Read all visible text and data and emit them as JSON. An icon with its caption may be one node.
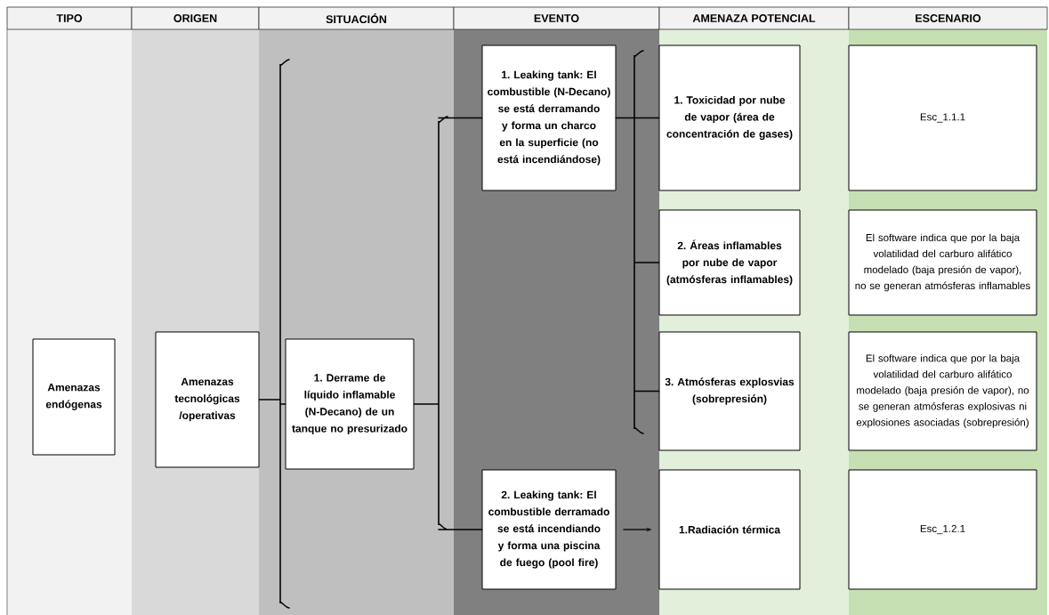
{
  "diagram": {
    "nodes": [
      {
        "text": [
          "Amenazas endógenas"
        ]
      },
      {
        "text": [
          "Amenazas tecnológicas /operativas"
        ]
      },
      {
        "text": [
          "1. Derrame de líquido inflamable (N-Decano) de un tanque no presurizado"
        ]
      },
      {
        "text": [
          "1. Leaking tank: El combustible (N-Decano) se está derramando  y forma un charco en la superficie (no está incendiándose)"
        ]
      },
      {
        "text": [
          "2. Leaking tank: El combustible derramado se está incendiando y forma una piscina de fuego (pool fire)"
        ]
      },
      {
        "text": [
          "1. Toxicidad por nube de vapor (área de concentración de gases)"
        ]
      },
      {
        "text": [
          "2. Áreas inflamables por nube de vapor (atmósferas inflamables)"
        ]
      },
      {
        "text": [
          "3. Atmósferas explosvias (sobrepresión)"
        ]
      },
      {
        "text": [
          "1.Radiación térmica"
        ]
      },
      {
        "text": [
          "Esc_1.1.1"
        ]
      },
      {
        "text": [
          "El software indica que por la baja volatilidad del carburo alifático modelado (baja presión de vapor), no se generan atmósferas inflamables"
        ]
      },
      {
        "text": [
          "El software indica que por la baja volatilidad del carburo alifático modelado (baja presión de vapor), no se generan atmósferas explosivas ni explosiones asociadas (sobrepresión)"
        ]
      },
      {
        "text": [
          "Esc_1.2.1"
        ]
      }
    ],
    "edges": [
      {
        "from": 1,
        "to": 2,
        "arrow": "none"
      },
      {
        "from": 2,
        "to": 3,
        "arrow": "none"
      },
      {
        "from": 2,
        "to": 4,
        "arrow": "none"
      },
      {
        "from": 3,
        "to": 5,
        "arrow": "none"
      },
      {
        "from": 3,
        "to": 6,
        "arrow": "none"
      },
      {
        "from": 3,
        "to": 7,
        "arrow": "none"
      },
      {
        "from": 4,
        "to": 8,
        "arrow": "to"
      }
    ],
    "labels": [
      "TIPO",
      "ORIGEN",
      "SITUACIÓN",
      "EVENTO",
      "AMENAZA POTENCIAL",
      "ESCENARIO"
    ]
  }
}
